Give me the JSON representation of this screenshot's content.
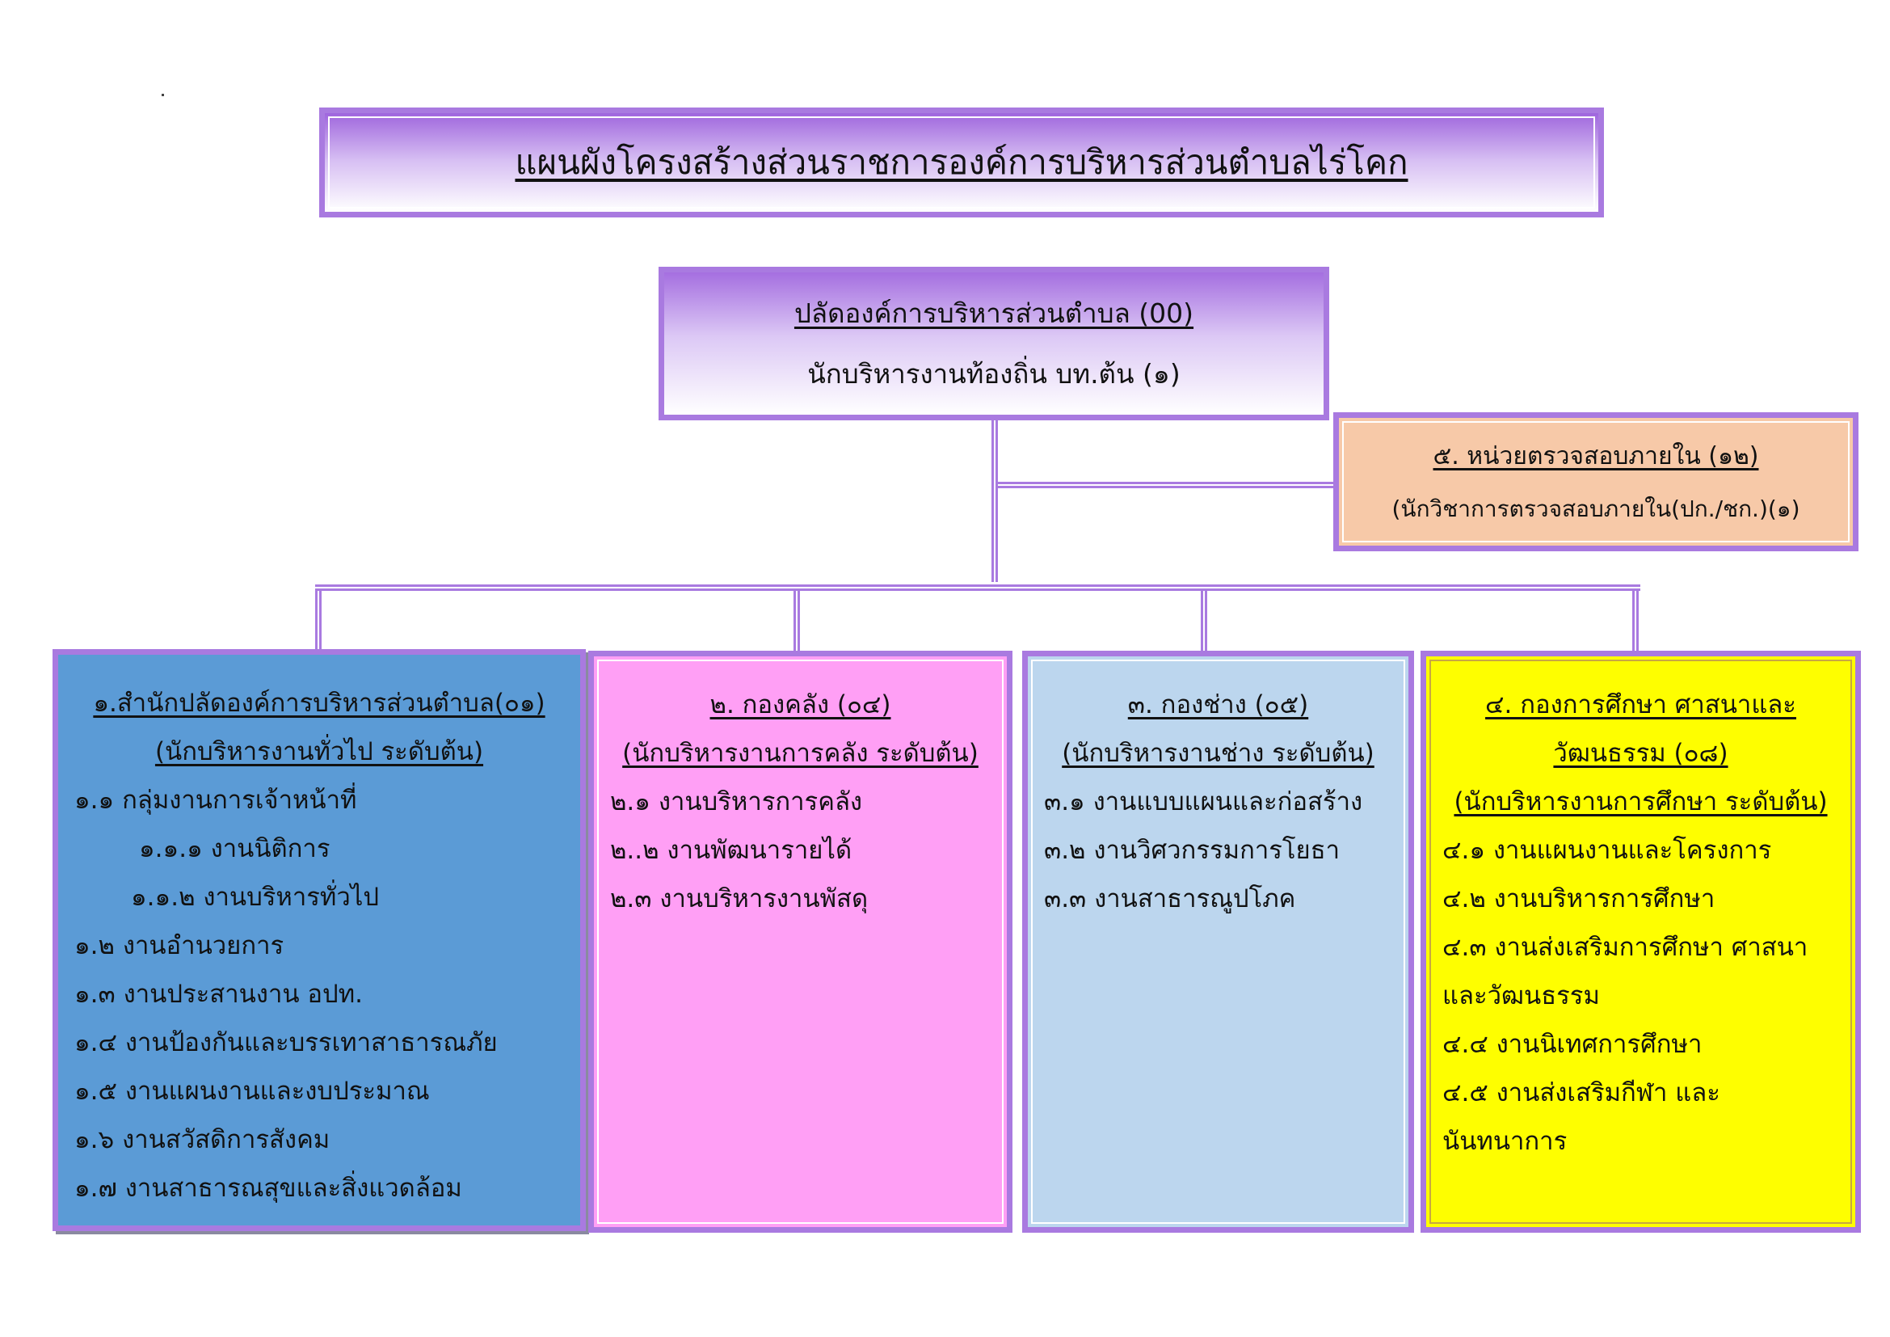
{
  "title": "แผนผังโครงสร้างส่วนราชการองค์การบริหารส่วนตำบลไร่โคก",
  "head": {
    "line1": "ปลัดองค์การบริหารส่วนตำบล (00)",
    "line2": "นักบริหารงานท้องถิ่น บท.ต้น (๑)"
  },
  "audit": {
    "line1": "๕. หน่วยตรวจสอบภายใน (๑๒)",
    "line2": "(นักวิชาการตรวจสอบภายใน(ปก./ชก.)(๑)"
  },
  "divisions": [
    {
      "headers": [
        "๑.สำนักปลัดองค์การบริหารส่วนตำบล(๐๑)",
        "(นักบริหารงานทั่วไป ระดับต้น)"
      ],
      "items": [
        "๑.๑ กลุ่มงานการเจ้าหน้าที่",
        "๑.๑.๑ งานนิติการ",
        "๑.๑.๒ งานบริหารทั่วไป",
        "๑.๒ งานอำนวยการ",
        "๑.๓ งานประสานงาน อปท.",
        "๑.๔ งานป้องกันและบรรเทาสาธารณภัย",
        "๑.๕ งานแผนงานและงบประมาณ",
        "๑.๖ งานสวัสดิการสังคม",
        "๑.๗ งานสาธารณสุขและสิ่งแวดล้อม"
      ]
    },
    {
      "headers": [
        "๒. กองคลัง (๐๔)",
        "(นักบริหารงานการคลัง ระดับต้น)"
      ],
      "items": [
        "๒.๑ งานบริหารการคลัง",
        "๒..๒ งานพัฒนารายได้",
        "๒.๓ งานบริหารงานพัสดุ"
      ]
    },
    {
      "headers": [
        "๓. กองช่าง (๐๕)",
        "(นักบริหารงานช่าง ระดับต้น)"
      ],
      "items": [
        "๓.๑ งานแบบแผนและก่อสร้าง",
        "๓.๒ งานวิศวกรรมการโยธา",
        "๓.๓ งานสาธารณูปโภค"
      ]
    },
    {
      "headers": [
        "๔. กองการศึกษา ศาสนาและ",
        "วัฒนธรรม (๐๘)",
        "(นักบริหารงานการศึกษา ระดับต้น)"
      ],
      "items": [
        "๔.๑ งานแผนงานและโครงการ",
        "๔.๒ งานบริหารการศึกษา",
        "๔.๓ งานส่งเสริมการศึกษา ศาสนา และวัฒนธรรม",
        "๔.๔ งานนิเทศการศึกษา",
        "๔.๕ งานส่งเสริมกีฬา และนันทนาการ"
      ]
    }
  ]
}
